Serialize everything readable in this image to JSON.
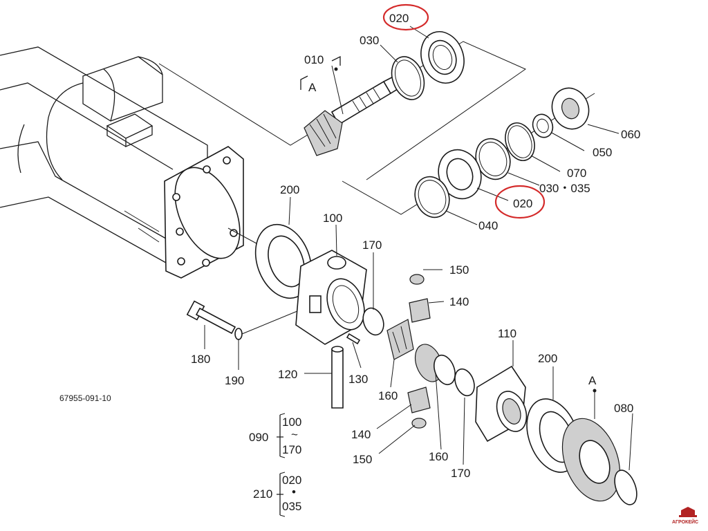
{
  "diagram": {
    "drawing_code": "67955-091-10",
    "section_marks": [
      "A",
      "A"
    ],
    "callouts": [
      {
        "id": "c-010",
        "text": "010"
      },
      {
        "id": "c-030-top",
        "text": "030"
      },
      {
        "id": "c-020-top",
        "text": "020"
      },
      {
        "id": "c-060",
        "text": "060"
      },
      {
        "id": "c-050",
        "text": "050"
      },
      {
        "id": "c-070",
        "text": "070"
      },
      {
        "id": "c-030-035",
        "text": "030・035"
      },
      {
        "id": "c-020-mid",
        "text": "020"
      },
      {
        "id": "c-040",
        "text": "040"
      },
      {
        "id": "c-200-left",
        "text": "200"
      },
      {
        "id": "c-100",
        "text": "100"
      },
      {
        "id": "c-170-top",
        "text": "170"
      },
      {
        "id": "c-150-top",
        "text": "150"
      },
      {
        "id": "c-140-top",
        "text": "140"
      },
      {
        "id": "c-110",
        "text": "110"
      },
      {
        "id": "c-200-right",
        "text": "200"
      },
      {
        "id": "c-180",
        "text": "180"
      },
      {
        "id": "c-190",
        "text": "190"
      },
      {
        "id": "c-120",
        "text": "120"
      },
      {
        "id": "c-130",
        "text": "130"
      },
      {
        "id": "c-160-left",
        "text": "160"
      },
      {
        "id": "c-140-bot",
        "text": "140"
      },
      {
        "id": "c-150-bot",
        "text": "150"
      },
      {
        "id": "c-160-right",
        "text": "160"
      },
      {
        "id": "c-170-bot",
        "text": "170"
      },
      {
        "id": "c-080",
        "text": "080"
      }
    ],
    "assembly_groups": [
      {
        "id": "g-090",
        "label": "090",
        "from": "100",
        "to": "170",
        "range_mark": "~"
      },
      {
        "id": "g-210",
        "label": "210",
        "from": "020",
        "to": "035",
        "range_mark": "•"
      }
    ],
    "highlight_color": "#d42a2a",
    "watermark": "АГРОКЕЙС"
  }
}
